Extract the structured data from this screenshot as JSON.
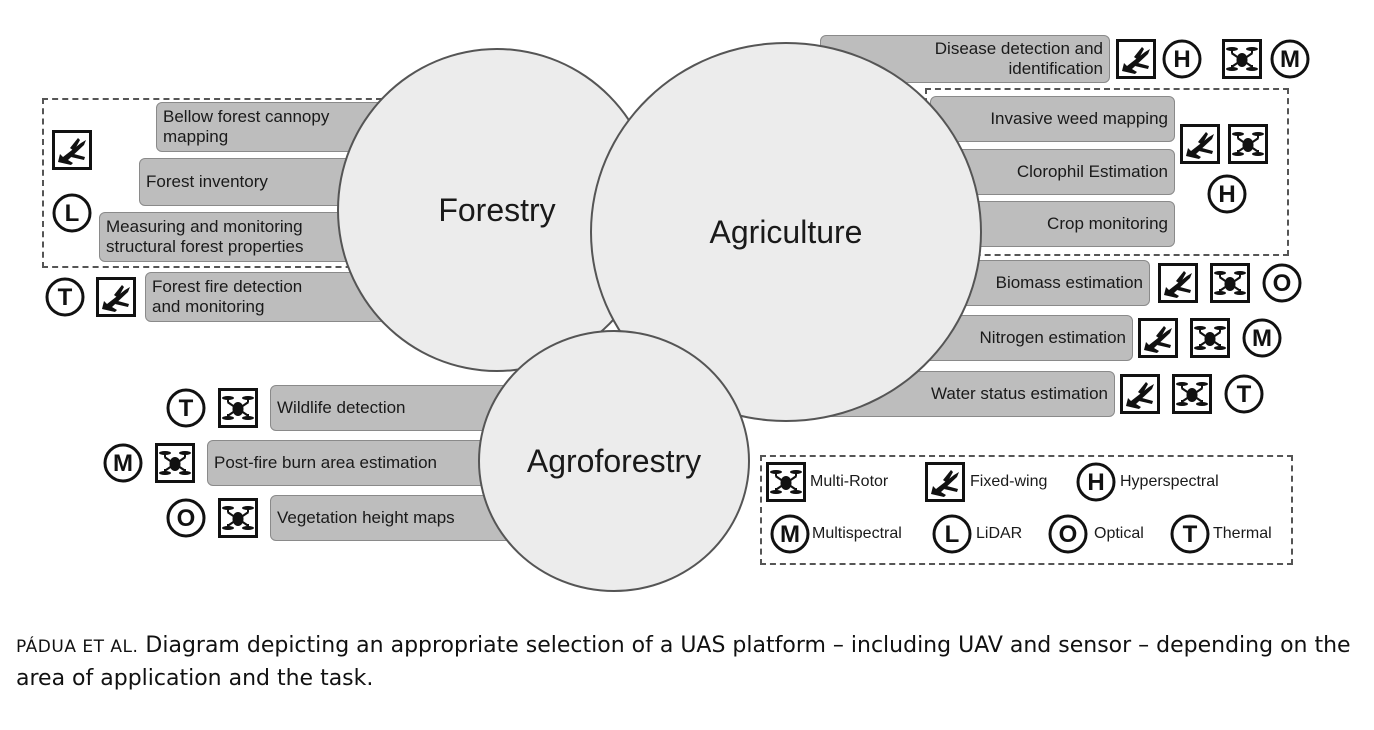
{
  "areas": {
    "forestry": "Forestry",
    "agriculture": "Agriculture",
    "agroforestry": "Agroforestry"
  },
  "tasks": {
    "disease": [
      "Disease detection and",
      "identification"
    ],
    "invasive_weed": "Invasive weed mapping",
    "clorophil": "Clorophil Estimation",
    "crop": "Crop monitoring",
    "biomass": "Biomass estimation",
    "nitrogen": "Nitrogen estimation",
    "water": "Water status estimation",
    "bellow_canopy": [
      "Bellow forest cannopy",
      "mapping"
    ],
    "inventory": "Forest inventory",
    "structural": [
      "Measuring and monitoring",
      "structural forest properties"
    ],
    "fire": [
      "Forest fire detection",
      "and monitoring"
    ],
    "wildlife": "Wildlife detection",
    "post_fire": "Post-fire burn area estimation",
    "veg_height": "Vegetation height maps"
  },
  "sensor_letters": {
    "hyperspectral": "H",
    "multispectral": "M",
    "lidar": "L",
    "optical": "O",
    "thermal": "T"
  },
  "legend": {
    "multi_rotor": "Multi-Rotor",
    "fixed_wing": "Fixed-wing",
    "hyperspectral": "Hyperspectral",
    "multispectral": "Multispectral",
    "lidar": "LiDAR",
    "optical": "Optical",
    "thermal": "Thermal"
  },
  "caption": {
    "author": "PÁDUA ET AL.",
    "text": "Diagram depicting an appropriate selection of a UAS platform – including UAV and sensor – depending on the area of application and the task."
  }
}
